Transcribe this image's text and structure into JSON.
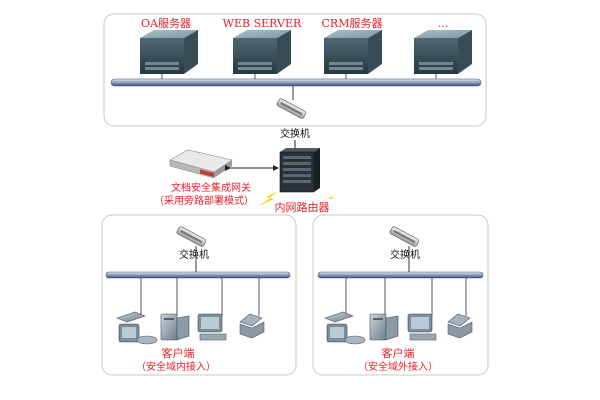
{
  "servers": {
    "labels": [
      "OA服务器",
      "WEB SERVER",
      "CRM服务器",
      "…"
    ]
  },
  "core": {
    "switch_label": "交换机",
    "gateway_label_line1": "文档安全集成网关",
    "gateway_label_line2": "（采用旁路部署模式）",
    "router_label": "内网路由器"
  },
  "lan_inner": {
    "switch_label": "交换机",
    "client_label": "客户端",
    "client_sub_label": "（安全域内接入）"
  },
  "lan_outer": {
    "switch_label": "交换机",
    "client_label": "客户端",
    "client_sub_label": "（安全域外接入）"
  },
  "colors": {
    "label_red": "#e8222b",
    "bus_blue": "#5b6e95",
    "panel_border": "#c9c9c9"
  }
}
